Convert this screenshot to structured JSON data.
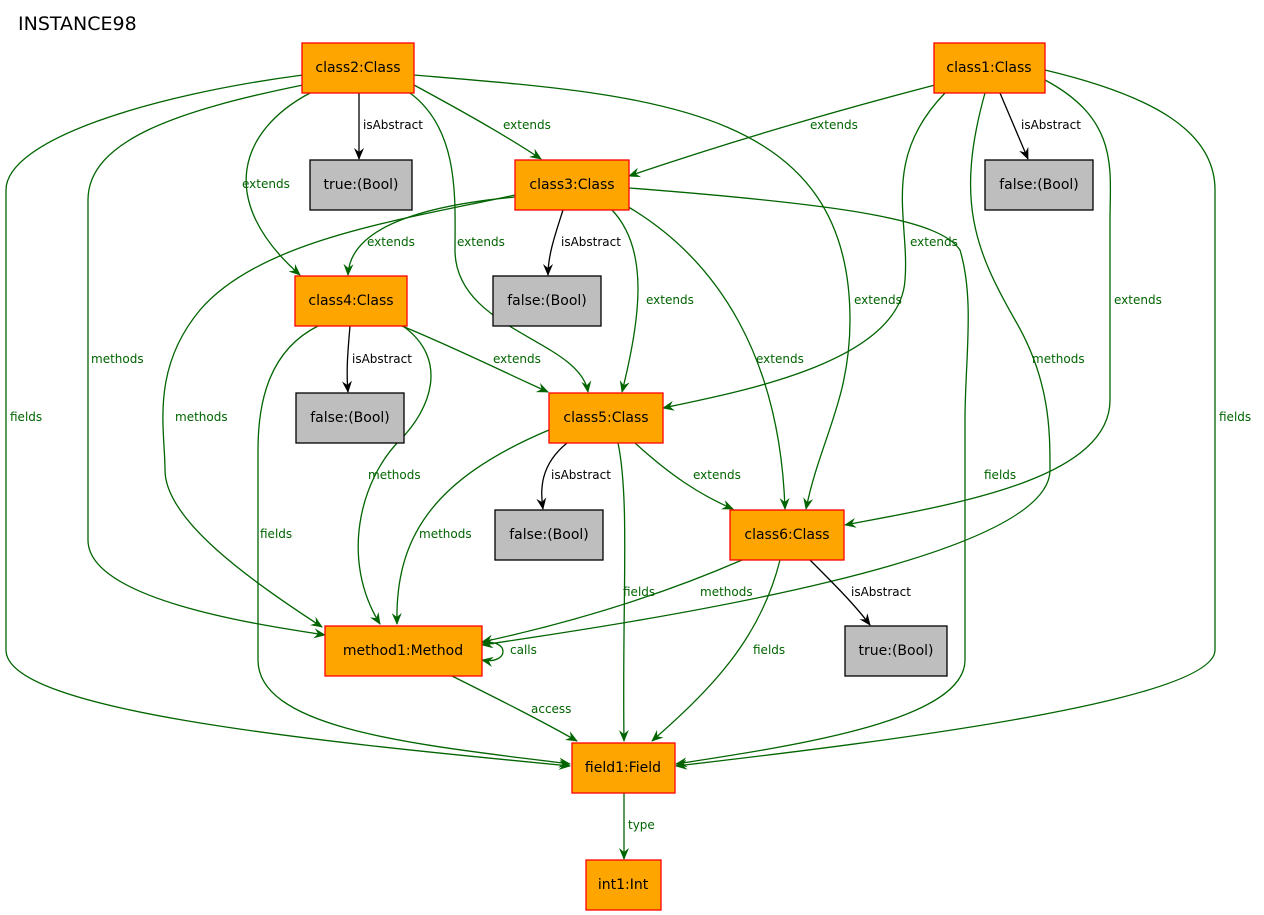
{
  "title": "INSTANCE98",
  "colors": {
    "class_fill": "#ffa500",
    "class_stroke": "#ff0000",
    "bool_fill": "#bebebe",
    "bool_stroke": "#000000",
    "edge_green": "#006400",
    "edge_black": "#000000"
  },
  "nodes": {
    "class1": "class1:Class",
    "class2": "class2:Class",
    "class3": "class3:Class",
    "class4": "class4:Class",
    "class5": "class5:Class",
    "class6": "class6:Class",
    "true_a": "true:(Bool)",
    "false_b": "false:(Bool)",
    "false_c": "false:(Bool)",
    "false_d": "false:(Bool)",
    "false_e": "false:(Bool)",
    "true_f": "true:(Bool)",
    "method1": "method1:Method",
    "field1": "field1:Field",
    "int1": "int1:Int"
  },
  "edges": {
    "c2_isabs": "isAbstract",
    "c2_ext_c3": "extends",
    "c2_ext_c4": "extends",
    "c2_ext_c5": "extends",
    "c2_ext_c6": "extends",
    "c2_methods": "methods",
    "c2_fields": "fields",
    "c1_isabs": "isAbstract",
    "c1_ext_c3": "extends",
    "c1_ext_c5": "extends",
    "c1_ext_c6": "extends",
    "c1_methods": "methods",
    "c1_fields": "fields",
    "c3_isabs": "isAbstract",
    "c3_ext_c4": "extends",
    "c3_ext_c5": "extends",
    "c3_ext_c6": "extends",
    "c3_methods": "methods",
    "c3_fields": "fields",
    "c4_isabs": "isAbstract",
    "c4_ext_c5": "extends",
    "c4_methods": "methods",
    "c4_fields": "fields",
    "c5_isabs": "isAbstract",
    "c5_ext_c6": "extends",
    "c5_methods": "methods",
    "c5_fields": "fields",
    "c6_isabs": "isAbstract",
    "c6_methods": "methods",
    "c6_fields": "fields",
    "m1_calls": "calls",
    "m1_access": "access",
    "f1_type": "type"
  }
}
